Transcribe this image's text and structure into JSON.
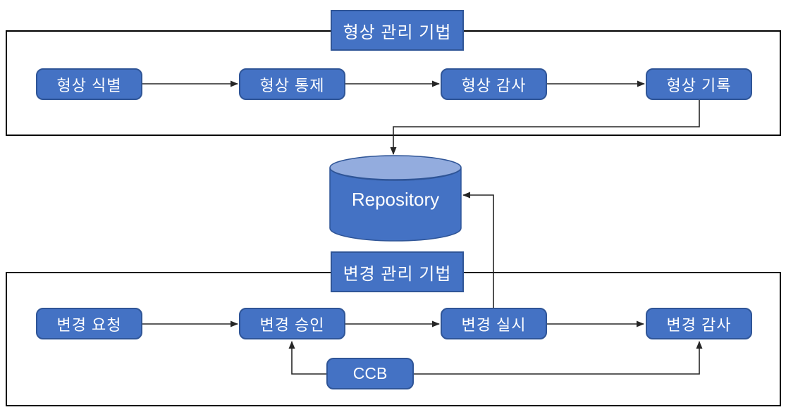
{
  "colors": {
    "box-fill": "#4472C4",
    "box-border": "#2F5597",
    "cylinder-top": "#93ACDE",
    "connector": "#262626",
    "container-border": "#000000",
    "text": "#FFFFFF",
    "background": "#FFFFFF"
  },
  "top_section": {
    "title": "형상 관리 기법",
    "steps": [
      {
        "label": "형상 식별"
      },
      {
        "label": "형상 통제"
      },
      {
        "label": "형상 감사"
      },
      {
        "label": "형상 기록"
      }
    ]
  },
  "repository": {
    "label": "Repository"
  },
  "bottom_section": {
    "title": "변경 관리 기법",
    "steps": [
      {
        "label": "변경 요청"
      },
      {
        "label": "변경 승인"
      },
      {
        "label": "변경 실시"
      },
      {
        "label": "변경 감사"
      }
    ],
    "ccb": {
      "label": "CCB"
    }
  }
}
